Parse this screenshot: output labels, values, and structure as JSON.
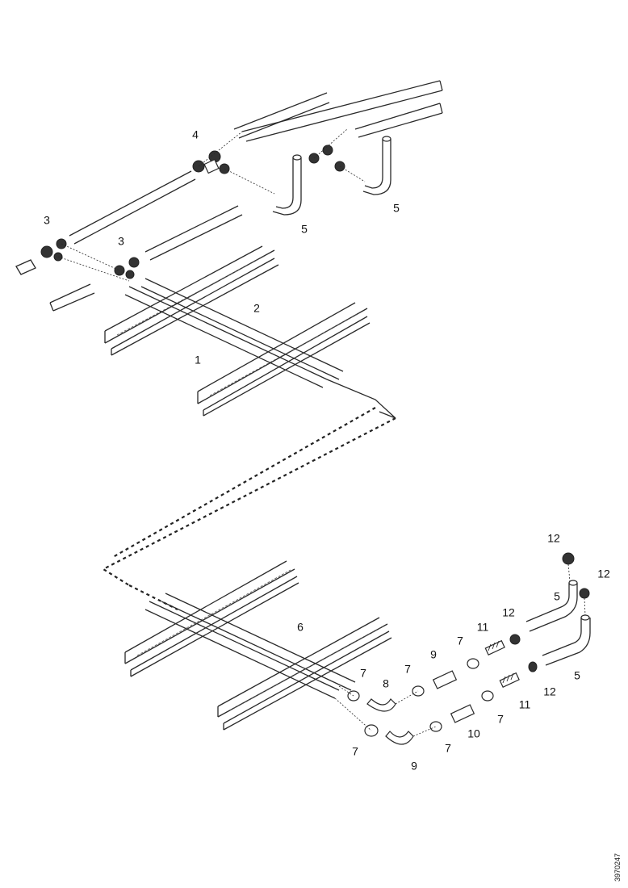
{
  "callouts": {
    "c1": "1",
    "c2": "2",
    "c3a": "3",
    "c3b": "3",
    "c4": "4",
    "c5a": "5",
    "c5b": "5",
    "c5c": "5",
    "c5d": "5",
    "c6": "6",
    "c7a": "7",
    "c7b": "7",
    "c7c": "7",
    "c7d": "7",
    "c7e": "7",
    "c7f": "7",
    "c8": "8",
    "c9a": "9",
    "c9b": "9",
    "c10": "10",
    "c11a": "11",
    "c11b": "11",
    "c12a": "12",
    "c12b": "12",
    "c12c": "12",
    "c12d": "12"
  },
  "reference_code": "3970247"
}
